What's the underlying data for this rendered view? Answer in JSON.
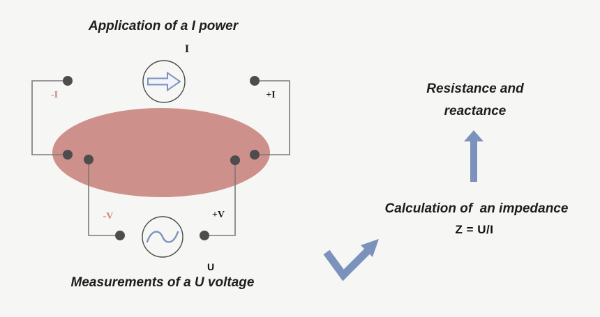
{
  "colors": {
    "background": "#f6f6f5",
    "accent_blue": "#7b92bd",
    "ellipse_fill": "#cd908a",
    "wire": "#7a7a7a",
    "dot": "#4d4d4d",
    "outline": "#4a4a4a",
    "text": "#1d1d1d",
    "negative_label": "#cc8680"
  },
  "circuit": {
    "title": "Application of a I power",
    "current_source_label": "I",
    "terminal_neg_current": "-I",
    "terminal_pos_current": "+I",
    "terminal_neg_voltage": "-V",
    "terminal_pos_voltage": "+V",
    "voltage_source_label": "U",
    "caption": "Measurements of a U voltage"
  },
  "result": {
    "line1": "Resistance and",
    "line2": "reactance"
  },
  "calculation": {
    "caption": "Calculation of  an impedance",
    "formula": "Z = U/I"
  }
}
